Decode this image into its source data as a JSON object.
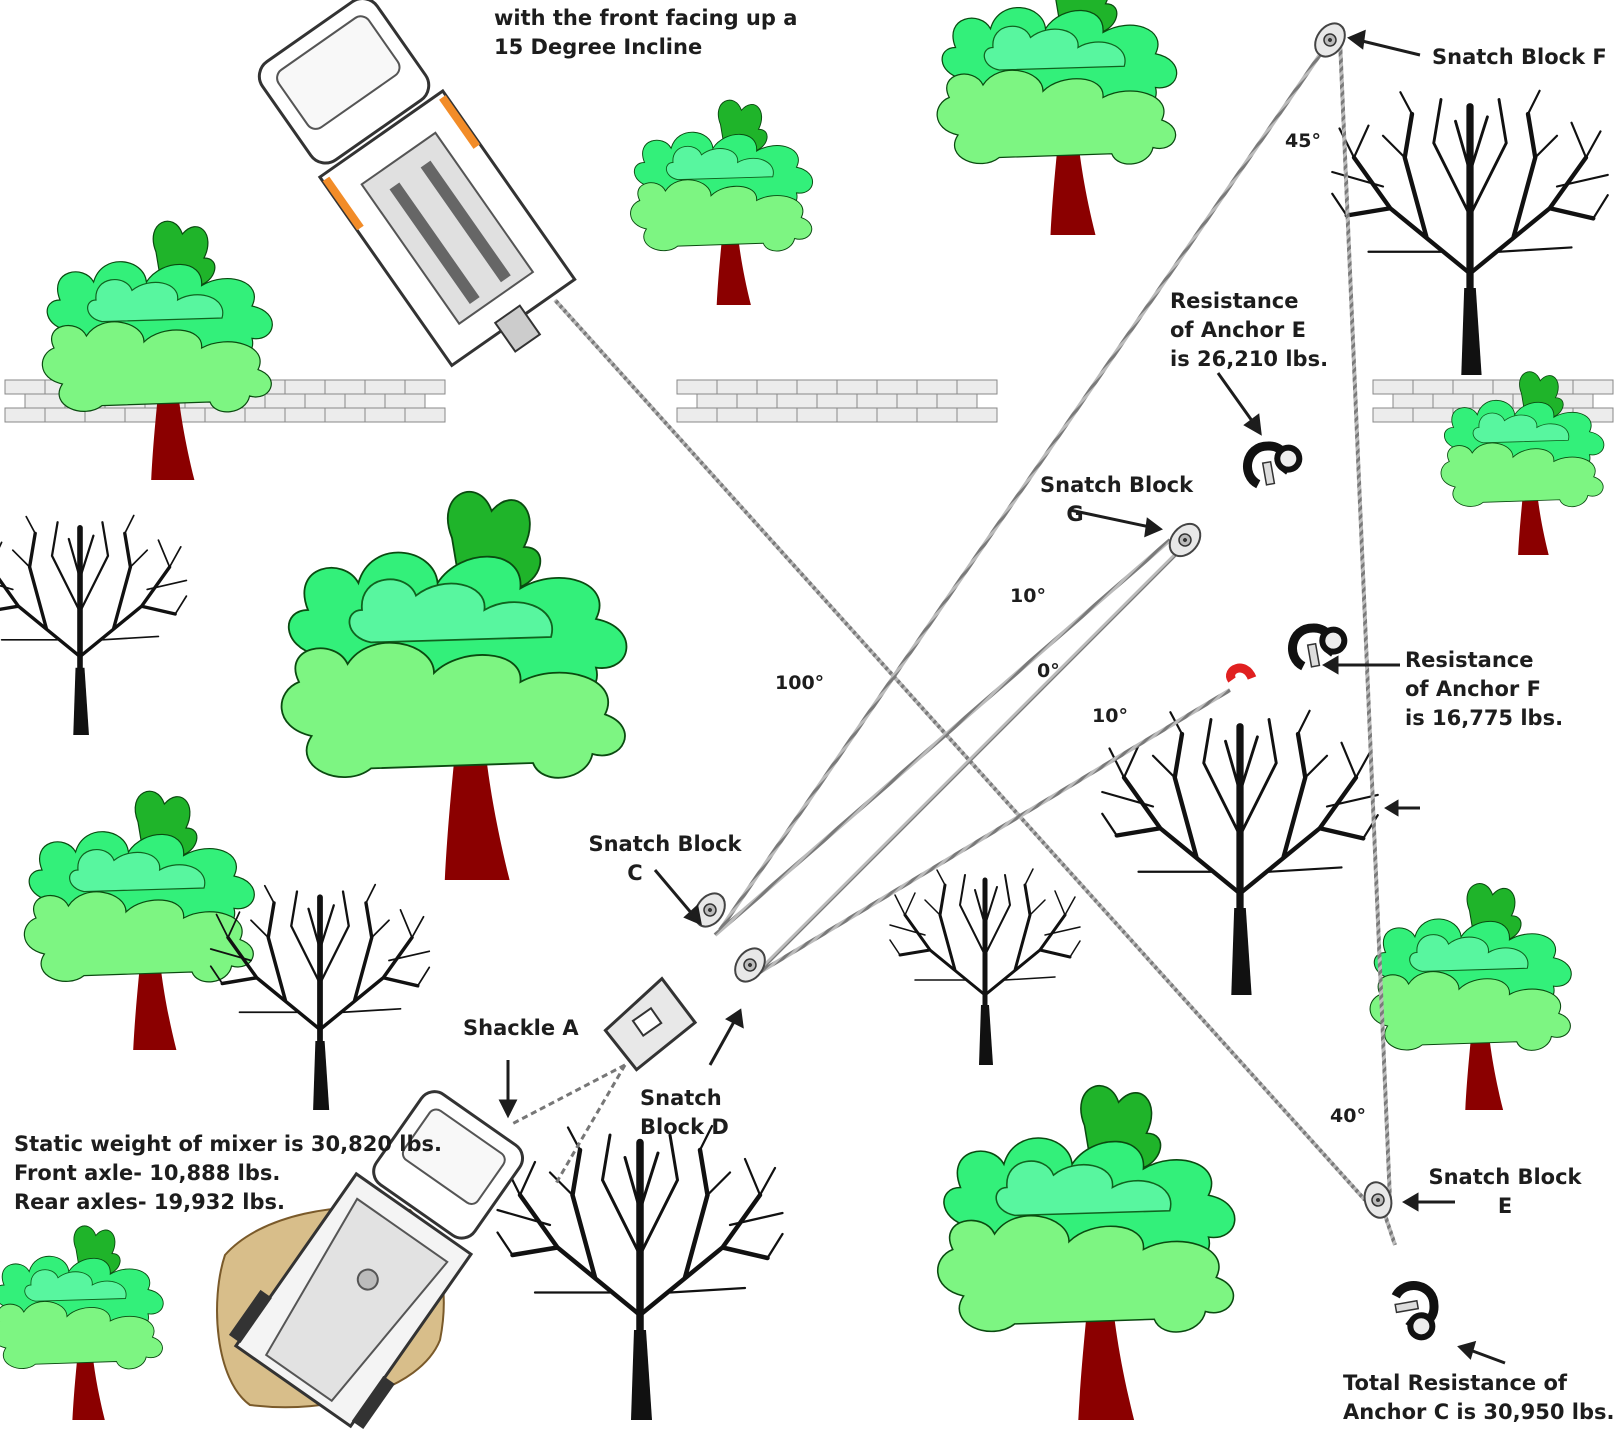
{
  "incline": {
    "line1": "with the front facing up a",
    "line2": "15 Degree Incline"
  },
  "mixer": {
    "line1": "Static weight of mixer is 30,820 lbs.",
    "line2": "Front axle- 10,888 lbs.",
    "line3": "Rear axles- 19,932 lbs."
  },
  "shackle_a": "Shackle A",
  "snatch_c": {
    "line1": "Snatch Block",
    "line2": "C"
  },
  "snatch_d": {
    "line1": "Snatch",
    "line2": "Block D"
  },
  "snatch_e": {
    "line1": "Snatch Block",
    "line2": "E"
  },
  "snatch_f": "Snatch Block F",
  "snatch_g": {
    "line1": "Snatch Block",
    "line2": "G"
  },
  "anchor_e": {
    "line1": "Resistance",
    "line2": "of Anchor E",
    "line3": "is 26,210 lbs."
  },
  "anchor_f": {
    "line1": "Resistance",
    "line2": "of Anchor F",
    "line3": "is 16,775 lbs."
  },
  "anchor_c": {
    "line1": "Total Resistance of",
    "line2": "Anchor C is 30,950 lbs."
  },
  "angles": {
    "a45": "45°",
    "a100": "100°",
    "a10_upper": "10°",
    "a0": "0°",
    "a10_lower": "10°",
    "a40": "40°"
  },
  "colors": {
    "foliage_light": "#33f07a",
    "foliage_mid": "#7df582",
    "foliage_dark": "#20c030",
    "trunk": "#8b0000",
    "bare_tree": "#111111",
    "rope": "#8a8a8a",
    "wall": "#ececec",
    "ground": "#d8be8a",
    "hook_red": "#e02020"
  },
  "icons": [
    "leafy-tree-icon",
    "bare-tree-icon",
    "brick-wall-icon",
    "truck-icon",
    "snatch-block-icon",
    "anchor-shackle-icon"
  ]
}
